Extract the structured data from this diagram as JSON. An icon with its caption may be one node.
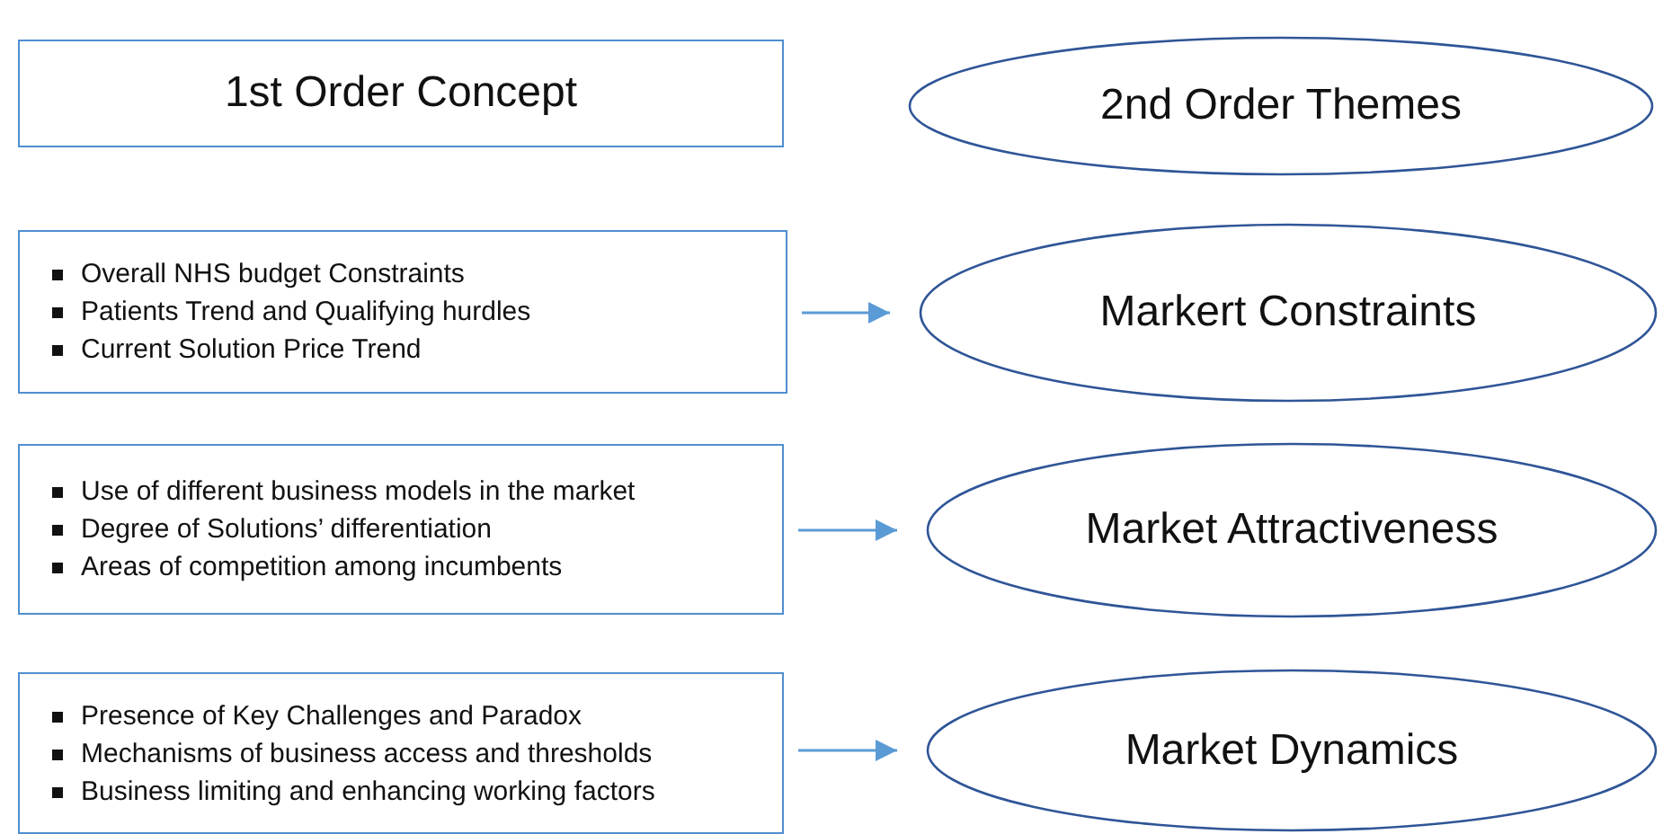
{
  "diagram": {
    "nodes": [
      {
        "text": [
          "1st Order Concept"
        ]
      },
      {
        "text": [
          "2nd Order Themes"
        ]
      },
      {
        "text": [
          "Overall NHS budget Constraints",
          "Patients Trend and Qualifying hurdles",
          "Current Solution Price Trend"
        ]
      },
      {
        "text": [
          "Markert Constraints"
        ]
      },
      {
        "text": [
          "Use of different business models in the market",
          "Degree of Solutions’ differentiation",
          "Areas of competition among incumbents"
        ]
      },
      {
        "text": [
          "Market Attractiveness"
        ]
      },
      {
        "text": [
          "Presence of Key Challenges and Paradox",
          "Mechanisms of business access and thresholds",
          "Business limiting and enhancing working factors"
        ]
      },
      {
        "text": [
          "Market Dynamics"
        ]
      }
    ],
    "edges": [
      {
        "from": 2,
        "to": 3,
        "arrow": "to"
      },
      {
        "from": 4,
        "to": 5,
        "arrow": "to"
      },
      {
        "from": 6,
        "to": 7,
        "arrow": "to"
      }
    ]
  }
}
